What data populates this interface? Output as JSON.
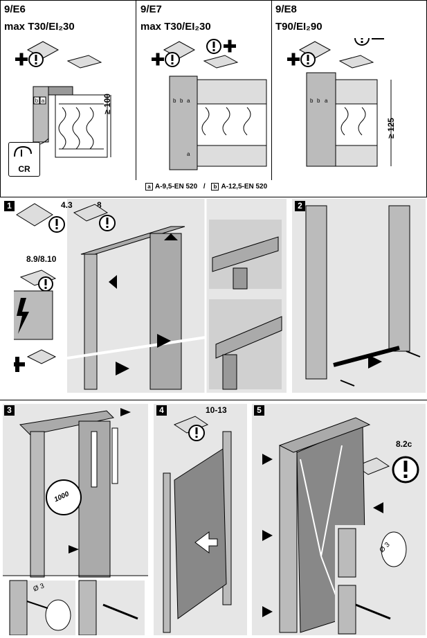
{
  "top": {
    "columns": [
      {
        "code": "9/E6",
        "rating": "max T30/EI₂30"
      },
      {
        "code": "9/E7",
        "rating": "max T30/EI₂30"
      },
      {
        "code": "9/E8",
        "rating": "T90/EI₂90"
      }
    ],
    "dims": {
      "col1": "≥ 100",
      "col3": "≥ 125"
    },
    "cr_label": "CR",
    "legend": {
      "a_key": "a",
      "a_text": "A-9,5-EN 520",
      "sep": "/",
      "b_key": "b",
      "b_text": "A-12,5-EN 520"
    }
  },
  "steps": {
    "s1": {
      "num": "1",
      "ref1": "4.3",
      "ref2": "8",
      "ref3": "8.9/8.10"
    },
    "s2": {
      "num": "2"
    },
    "s3": {
      "num": "3",
      "dim": "1000",
      "drill": "Ø 3"
    },
    "s4": {
      "num": "4",
      "ref": "10-13"
    },
    "s5": {
      "num": "5",
      "ref": "8.2c",
      "drill": "Ø 3"
    }
  },
  "icons": {
    "warning": "exclamation-circle-icon",
    "plus": "plus-icon",
    "lightning": "electric-warning-icon"
  }
}
